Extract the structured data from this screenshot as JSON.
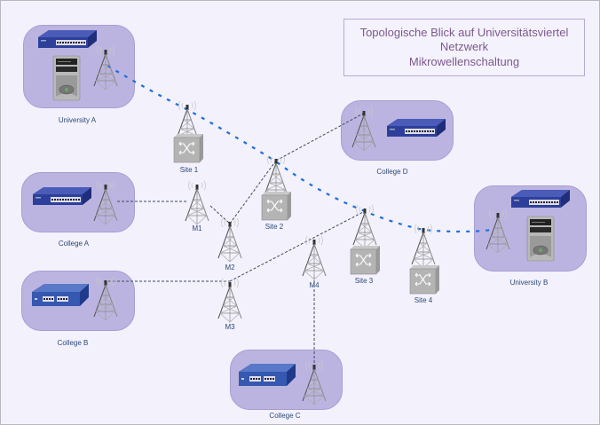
{
  "title": {
    "line1": "Topologische Blick auf Universitätsviertel",
    "line2": "Netzwerk",
    "line3": "Mikrowellenschaltung"
  },
  "colors": {
    "background": "#f3f1fb",
    "group_fill": "#bcb4e0",
    "group_border": "#a79dd6",
    "title_text": "#7b5a8c",
    "backbone_link": "#1a6fe0",
    "dashed_link": "#3a4a60",
    "label_text": "#2a4a7a",
    "switch_blue": "#2d3f9a",
    "hub_gray": "#b4b4b4"
  },
  "groups": [
    {
      "id": "university-a",
      "label": "University A",
      "devices": [
        "switch",
        "server",
        "tower"
      ]
    },
    {
      "id": "college-a",
      "label": "College A",
      "devices": [
        "switch",
        "tower"
      ]
    },
    {
      "id": "college-b",
      "label": "College B",
      "devices": [
        "switch",
        "tower"
      ]
    },
    {
      "id": "college-c",
      "label": "College C",
      "devices": [
        "switch",
        "tower"
      ]
    },
    {
      "id": "college-d",
      "label": "College D",
      "devices": [
        "tower",
        "switch"
      ]
    },
    {
      "id": "university-b",
      "label": "University B",
      "devices": [
        "switch",
        "tower",
        "server"
      ]
    }
  ],
  "sites": [
    {
      "id": "site-1",
      "label": "Site 1"
    },
    {
      "id": "site-2",
      "label": "Site 2"
    },
    {
      "id": "site-3",
      "label": "Site 3"
    },
    {
      "id": "site-4",
      "label": "Site 4"
    }
  ],
  "relays": [
    {
      "id": "m1",
      "label": "M1"
    },
    {
      "id": "m2",
      "label": "M2"
    },
    {
      "id": "m3",
      "label": "M3"
    },
    {
      "id": "m4",
      "label": "M4"
    }
  ],
  "links": {
    "backbone": [
      "university-a",
      "site-1",
      "site-2",
      "site-3",
      "site-4",
      "university-b"
    ],
    "microwave": [
      [
        "college-a",
        "m1"
      ],
      [
        "m1",
        "m2"
      ],
      [
        "m2",
        "site-2"
      ],
      [
        "site-2",
        "college-d"
      ],
      [
        "college-b",
        "m3"
      ],
      [
        "m3",
        "site-3"
      ],
      [
        "m4",
        "college-c"
      ]
    ]
  }
}
